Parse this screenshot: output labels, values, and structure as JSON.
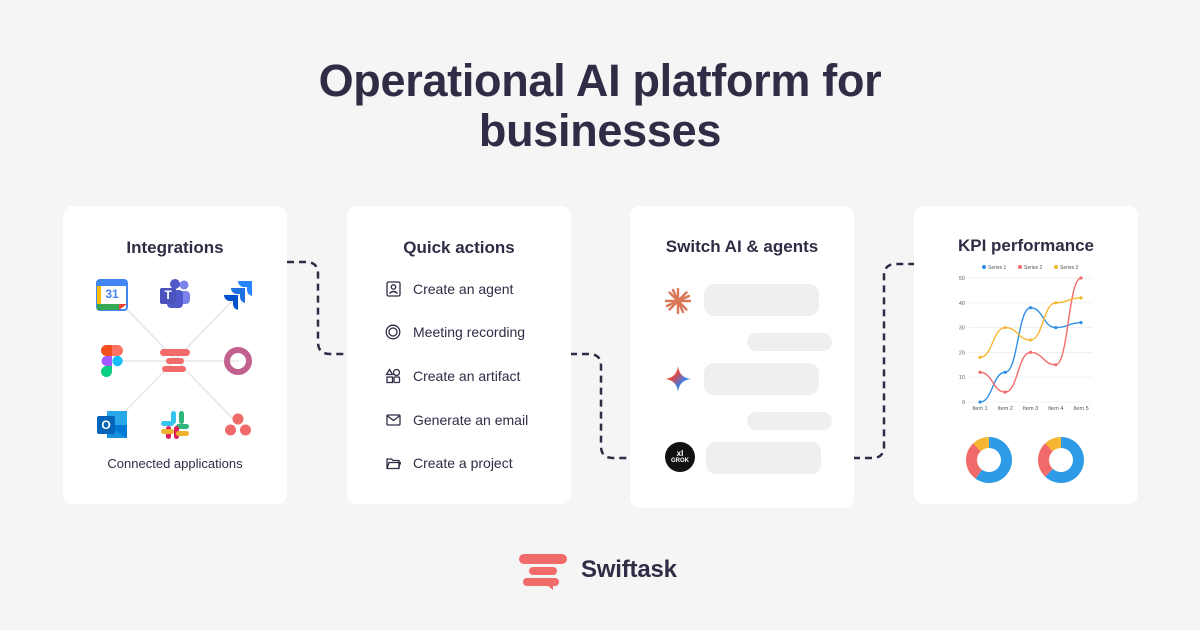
{
  "headline": {
    "line1": "Operational AI platform for",
    "line2": "businesses"
  },
  "integrations": {
    "title": "Integrations",
    "footer": "Connected applications",
    "apps": [
      {
        "icon": "google-calendar-icon",
        "label": "31"
      },
      {
        "icon": "microsoft-teams-icon",
        "label": "T"
      },
      {
        "icon": "jira-icon"
      },
      {
        "icon": "figma-icon"
      },
      {
        "icon": "swiftask-logo-icon"
      },
      {
        "icon": "circle-app-icon"
      },
      {
        "icon": "outlook-icon",
        "label": "O"
      },
      {
        "icon": "slack-icon"
      },
      {
        "icon": "asana-icon"
      }
    ],
    "colors": {
      "accent": "#f26b6b"
    }
  },
  "quick_actions": {
    "title": "Quick actions",
    "items": [
      {
        "icon": "agent-icon",
        "label": "Create an agent"
      },
      {
        "icon": "recording-icon",
        "label": "Meeting recording"
      },
      {
        "icon": "artifact-icon",
        "label": "Create an artifact"
      },
      {
        "icon": "email-icon",
        "label": "Generate an email"
      },
      {
        "icon": "folder-icon",
        "label": "Create a project"
      }
    ]
  },
  "switch_ai": {
    "title": "Switch AI & agents",
    "agents": [
      {
        "icon": "claude-icon"
      },
      {
        "icon": "gemini-icon"
      },
      {
        "icon": "grok-icon",
        "label": "GROK",
        "badge": "xI"
      }
    ]
  },
  "kpi": {
    "title": "KPI performance"
  },
  "chart_data": [
    {
      "type": "line",
      "title": "",
      "xlabel": "",
      "ylabel": "",
      "categories": [
        "Item 1",
        "Item 2",
        "Item 3",
        "Item 4",
        "Item 5"
      ],
      "yticks": [
        "0",
        "10",
        "20",
        "30",
        "40",
        "50"
      ],
      "ylim": [
        0,
        50
      ],
      "legend": "top",
      "series": [
        {
          "name": "Series 1",
          "color": "#2e8fe6",
          "values": [
            0,
            12,
            38,
            30,
            32
          ]
        },
        {
          "name": "Series 2",
          "color": "#f26b6b",
          "values": [
            12,
            4,
            20,
            15,
            50
          ]
        },
        {
          "name": "Series 3",
          "color": "#f5b731",
          "values": [
            18,
            30,
            25,
            40,
            42
          ]
        }
      ]
    },
    {
      "type": "pie",
      "slices": [
        {
          "value": 60,
          "color": "#2e9be6"
        },
        {
          "value": 28,
          "color": "#f26b6b"
        },
        {
          "value": 12,
          "color": "#f5b731"
        }
      ]
    },
    {
      "type": "pie",
      "slices": [
        {
          "value": 62,
          "color": "#2e9be6"
        },
        {
          "value": 26,
          "color": "#f26b6b"
        },
        {
          "value": 12,
          "color": "#f5b731"
        }
      ]
    }
  ],
  "brand": {
    "name": "Swiftask",
    "color": "#f26b6b"
  }
}
